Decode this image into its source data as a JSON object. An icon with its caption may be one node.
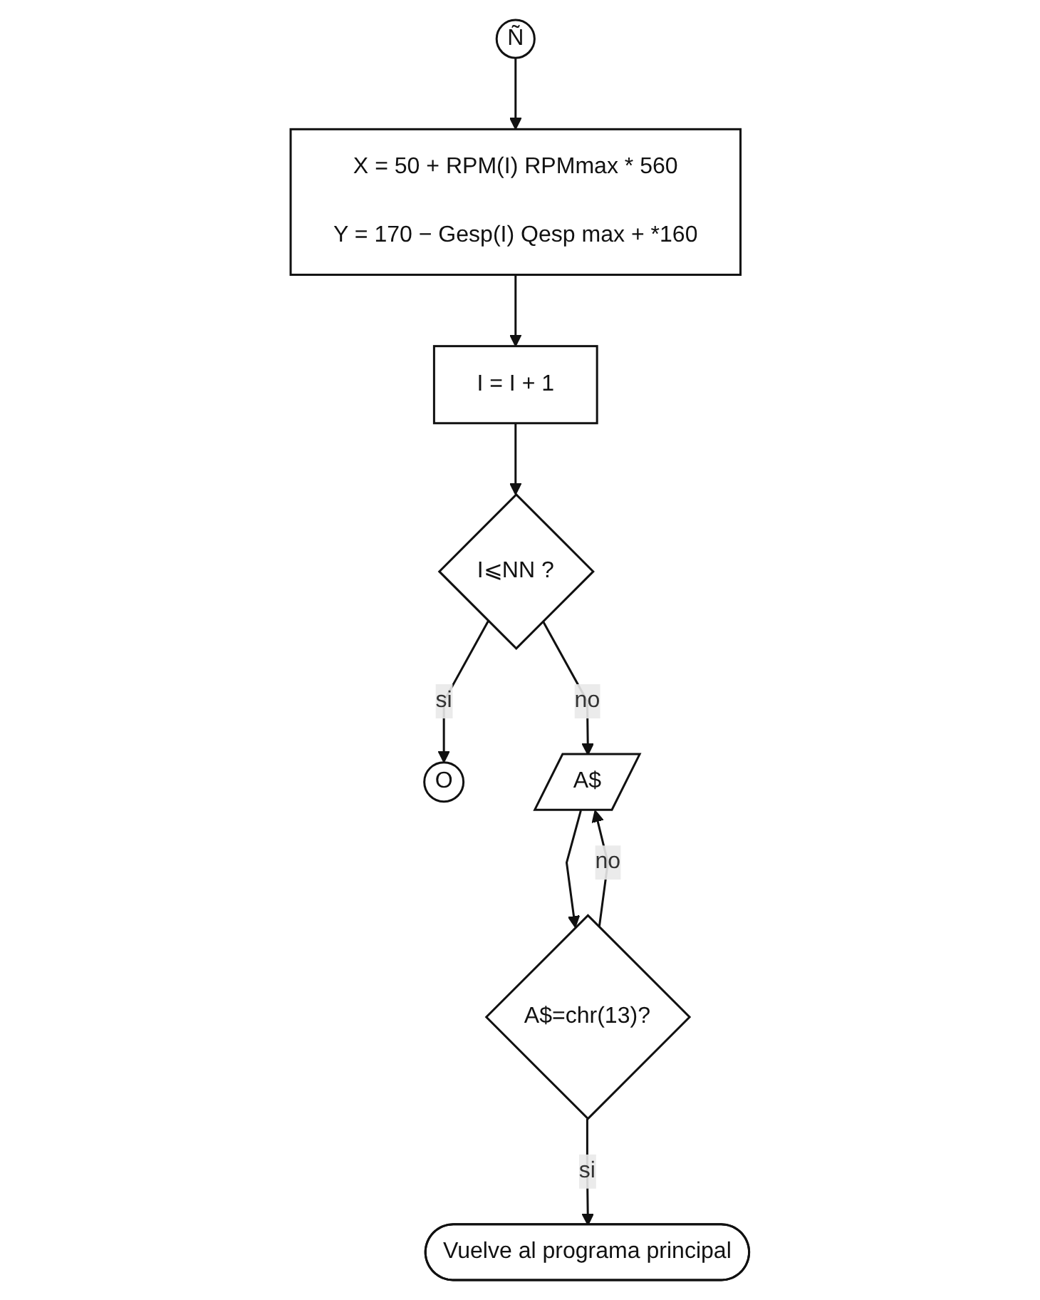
{
  "diagram": {
    "nodes": [
      {
        "text": [
          "Ñ"
        ]
      },
      {
        "text": [
          "O"
        ]
      },
      {
        "text": [
          "X = 50 +",
          "RPM(I)",
          "RPMmax",
          "* 560",
          "Y = 170 −",
          "Gesp(I)",
          "Qesp max +",
          "*160"
        ]
      },
      {
        "text": [
          "I = I + 1"
        ]
      },
      {
        "text": [
          "I⩽NN ?"
        ]
      },
      {
        "text": [
          "A$"
        ]
      },
      {
        "text": [
          "A$=chr(13)?"
        ]
      },
      {
        "text": [
          "Vuelve al programa principal"
        ]
      }
    ],
    "edges": [
      {
        "from": 0,
        "to": 2,
        "arrow": "to"
      },
      {
        "from": 2,
        "to": 3,
        "arrow": "to"
      },
      {
        "from": 3,
        "to": 4,
        "arrow": "to"
      },
      {
        "from": 4,
        "to": 1,
        "arrow": "to",
        "label": "si"
      },
      {
        "from": 4,
        "to": 5,
        "arrow": "to",
        "label": "no"
      },
      {
        "from": 5,
        "to": 6,
        "arrow": "to"
      },
      {
        "from": 6,
        "to": 5,
        "arrow": "to",
        "label": "no"
      },
      {
        "from": 6,
        "to": 7,
        "arrow": "to",
        "label": "si"
      }
    ]
  }
}
